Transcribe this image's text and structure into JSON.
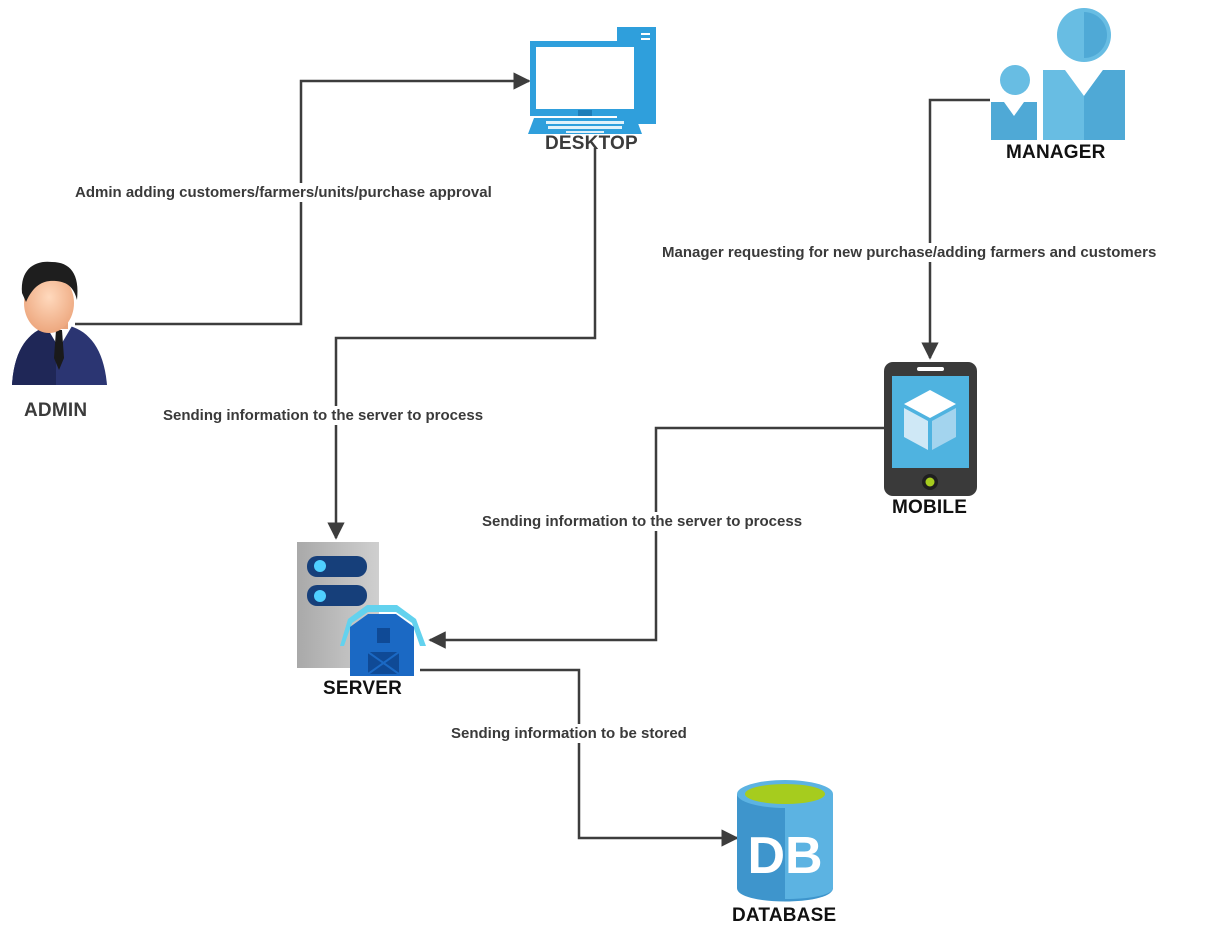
{
  "nodes": {
    "admin": {
      "label": "ADMIN",
      "color": "#3b3b3b"
    },
    "desktop": {
      "label": "DESKTOP",
      "color": "#3b3b3b"
    },
    "manager": {
      "label": "MANAGER",
      "color": "#111111"
    },
    "mobile": {
      "label": "MOBILE",
      "color": "#111111"
    },
    "server": {
      "label": "SERVER",
      "color": "#111111"
    },
    "database": {
      "label": "DATABASE",
      "color": "#111111"
    }
  },
  "edges": {
    "admin_to_desktop": "Admin adding customers/farmers/units/purchase approval",
    "manager_to_mobile": "Manager requesting for new purchase/adding farmers and customers",
    "desktop_to_server": "Sending information to the server to process",
    "mobile_to_server": "Sending information to the server to process",
    "server_to_database": "Sending information to be stored"
  },
  "icons": {
    "admin": "person-in-suit-icon",
    "desktop": "desktop-computer-icon",
    "manager": "users-icon",
    "mobile": "mobile-app-icon",
    "server": "server-icon",
    "database": "database-icon"
  },
  "colors": {
    "connector": "#3d3d3d",
    "accent_blue": "#2f9fdc",
    "db_green": "#a6cc1e"
  }
}
